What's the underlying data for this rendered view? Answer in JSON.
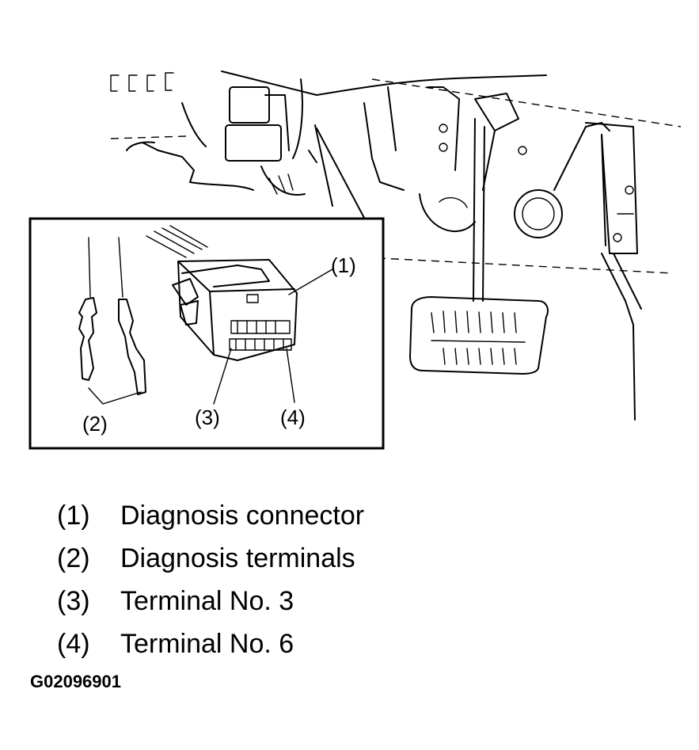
{
  "callouts": {
    "c1": "(1)",
    "c2": "(2)",
    "c3": "(3)",
    "c4": "(4)"
  },
  "legend": [
    {
      "num": "(1)",
      "label": "Diagnosis connector"
    },
    {
      "num": "(2)",
      "label": "Diagnosis terminals"
    },
    {
      "num": "(3)",
      "label": "Terminal No. 3"
    },
    {
      "num": "(4)",
      "label": "Terminal No. 6"
    }
  ],
  "figure_code": "G02096901"
}
